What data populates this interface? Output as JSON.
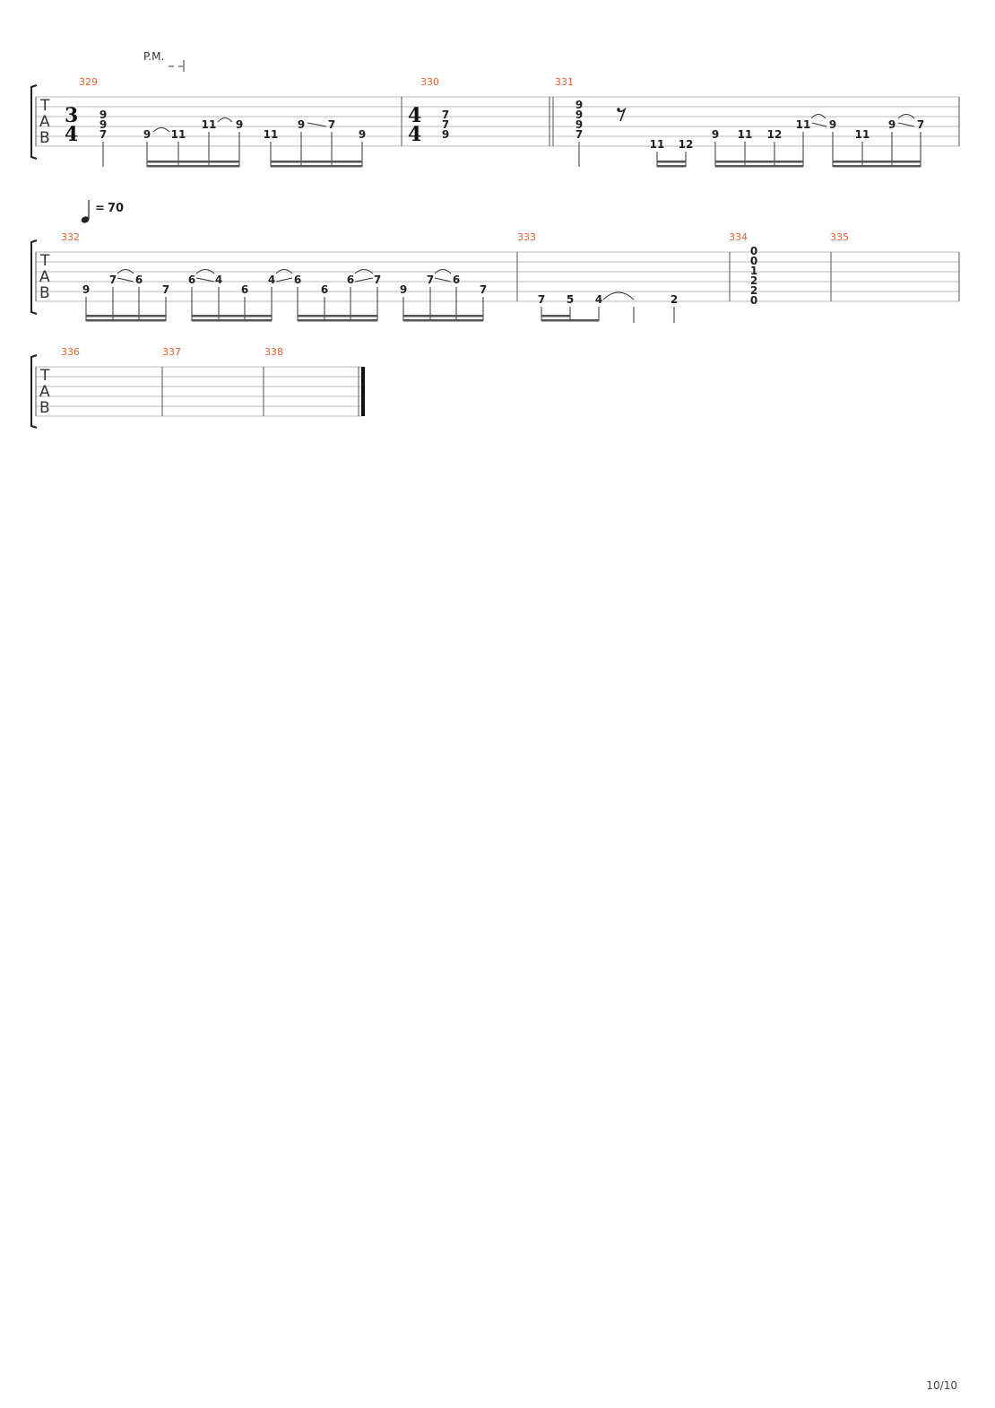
{
  "page": {
    "number": "10/10"
  },
  "clef": [
    "T",
    "A",
    "B"
  ],
  "palm_mute": "P.M.",
  "tempo": {
    "value": "70",
    "equals": "="
  },
  "time_signatures": [
    {
      "measure": "329",
      "top": "3",
      "bottom": "4"
    },
    {
      "measure": "330",
      "top": "4",
      "bottom": "4"
    }
  ],
  "measures": [
    "329",
    "330",
    "331",
    "332",
    "333",
    "334",
    "335",
    "336",
    "337",
    "338"
  ],
  "systems": [
    {
      "notes": [
        {
          "m": "329",
          "frets": [
            "9",
            "9",
            "7"
          ]
        },
        {
          "m": "329",
          "frets": [
            "9",
            "11",
            "11",
            "9"
          ]
        },
        {
          "m": "329",
          "frets": [
            "11",
            "9",
            "7",
            "9"
          ]
        },
        {
          "m": "330",
          "frets": [
            "7",
            "7",
            "9"
          ]
        },
        {
          "m": "331",
          "frets": [
            "9",
            "9",
            "9",
            "7"
          ]
        },
        {
          "m": "331",
          "frets": [
            "11",
            "12"
          ]
        },
        {
          "m": "331",
          "frets": [
            "9",
            "11",
            "12",
            "11",
            "9"
          ]
        },
        {
          "m": "331",
          "frets": [
            "11",
            "9",
            "7"
          ]
        }
      ]
    },
    {
      "notes": [
        {
          "m": "332",
          "frets": [
            "9",
            "7",
            "6",
            "7"
          ]
        },
        {
          "m": "332",
          "frets": [
            "6",
            "4",
            "6"
          ]
        },
        {
          "m": "332",
          "frets": [
            "4",
            "6",
            "6",
            "6",
            "7"
          ]
        },
        {
          "m": "332",
          "frets": [
            "9",
            "7",
            "6",
            "7"
          ]
        },
        {
          "m": "333",
          "frets": [
            "7",
            "5",
            "4",
            "2"
          ]
        },
        {
          "m": "334",
          "frets": [
            "0",
            "0",
            "1",
            "2",
            "2",
            "0"
          ]
        }
      ]
    },
    {
      "notes": []
    }
  ]
}
